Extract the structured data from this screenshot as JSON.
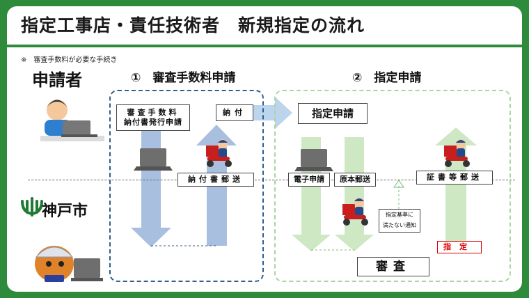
{
  "title": "指定工事店・責任技術者　新規指定の流れ",
  "note": "※　審査手数料が必要な手続き",
  "actors": {
    "applicant": "申請者",
    "city": "神戸市"
  },
  "steps": [
    {
      "label": "①　審査手数料申請"
    },
    {
      "label": "②　指定申請"
    }
  ],
  "labels": {
    "fee_form_line1": "審査手数料",
    "fee_form_line2": "納付書発行申請",
    "payment": "納付",
    "mail_payslip": "納付書郵送",
    "application": "指定申請",
    "electronic": "電子申請",
    "original_mail": "原本郵送",
    "cert_mail": "証書等郵送",
    "notice_line1": "指定基準に",
    "notice_line2": "満たない通知",
    "designation": "指定",
    "review": "審査"
  },
  "colors": {
    "brand_green": "#2e8b3c",
    "step1_border": "#2f5f8a",
    "step2_border": "#a8d5a0",
    "blue_arrow": "#a9bfe0",
    "green_arrow": "#cfe8c4",
    "designation_red": "#dd0000"
  },
  "icons": [
    "person-with-laptop-icon",
    "mail-carrier-scooter-icon",
    "laptop-icon",
    "kobe-city-logo-icon",
    "city-staff-mascot-icon"
  ]
}
